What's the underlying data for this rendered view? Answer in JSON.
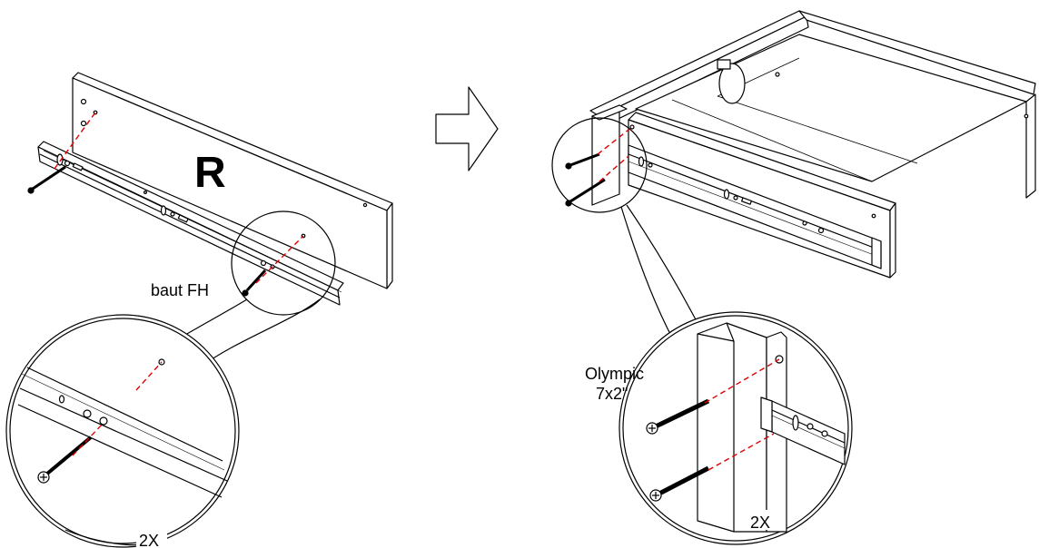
{
  "left_step": {
    "side_mark": "R",
    "hardware_label": "baut FH",
    "quantity": "2X"
  },
  "right_step": {
    "screw_label_line1": "Olympic",
    "screw_label_line2": "7x2\"",
    "quantity": "2X"
  },
  "colors": {
    "line": "#000000",
    "guide": "#e00000",
    "panel": "#ffffff"
  },
  "icons": {
    "arrow": "next-step-arrow-icon"
  }
}
